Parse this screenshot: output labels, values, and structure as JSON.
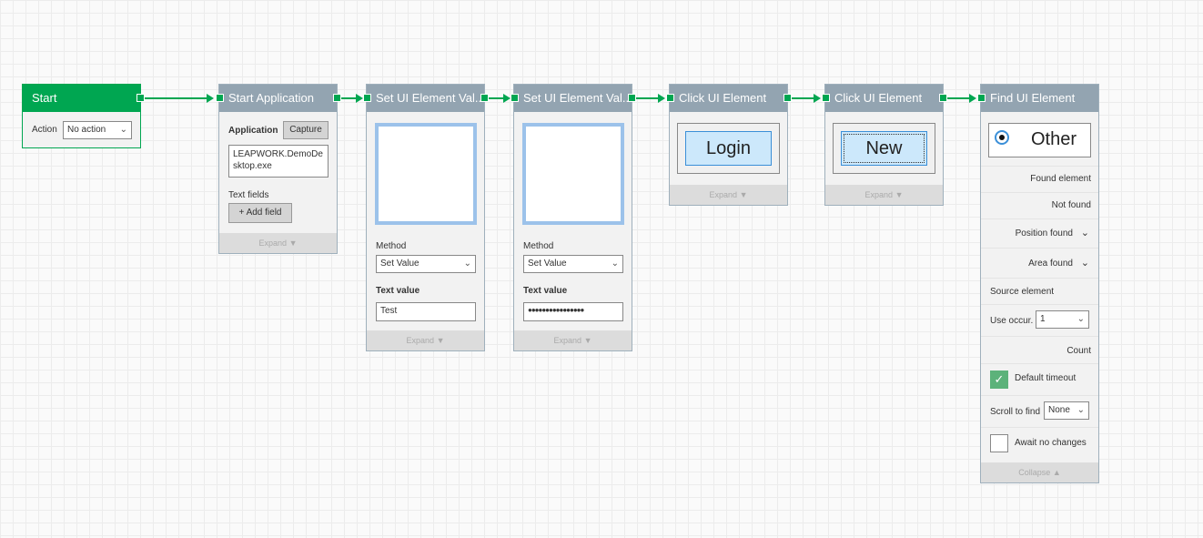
{
  "start": {
    "title": "Start",
    "action_label": "Action",
    "action_value": "No action"
  },
  "start_app": {
    "title": "Start Application",
    "application_label": "Application",
    "capture_label": "Capture",
    "application_value": "LEAPWORK.DemoDesktop.exe",
    "text_fields_label": "Text fields",
    "add_field_label": "Add field",
    "expand_label": "Expand"
  },
  "set_value_1": {
    "title": "Set UI Element Val...",
    "method_label": "Method",
    "method_value": "Set Value",
    "text_value_label": "Text value",
    "text_value": "Test",
    "expand_label": "Expand"
  },
  "set_value_2": {
    "title": "Set UI Element Val...",
    "method_label": "Method",
    "method_value": "Set Value",
    "text_value_label": "Text value",
    "text_value": "●●●●●●●●●●●●●●●●",
    "expand_label": "Expand"
  },
  "click_1": {
    "title": "Click UI Element",
    "button_image_text": "Login",
    "expand_label": "Expand"
  },
  "click_2": {
    "title": "Click UI Element",
    "button_image_text": "New",
    "expand_label": "Expand"
  },
  "find": {
    "title": "Find UI Element",
    "image_text": "Other",
    "found_element": "Found element",
    "not_found": "Not found",
    "position_found": "Position found",
    "area_found": "Area found",
    "source_element": "Source element",
    "use_occur_label": "Use occur.",
    "use_occur_value": "1",
    "count": "Count",
    "default_timeout": "Default timeout",
    "scroll_to_find_label": "Scroll to find",
    "scroll_to_find_value": "None",
    "await_no_changes": "Await no changes",
    "collapse_label": "Collapse"
  },
  "colors": {
    "accent": "#00a651",
    "header": "#93a4b1",
    "checkbox_checked": "#5cb27a"
  }
}
